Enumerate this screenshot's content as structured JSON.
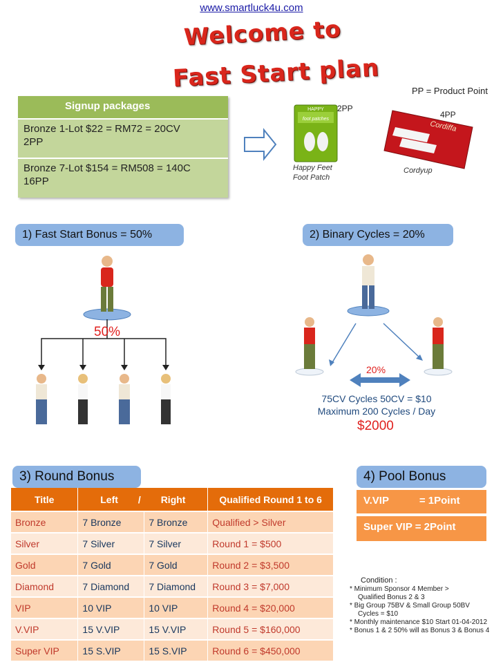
{
  "url": "www.smartluck4u.com",
  "title": {
    "line1": "Welcome to",
    "line2": "Fast Start plan"
  },
  "pp_note": "PP = Product Point",
  "signup": {
    "header": "Signup packages",
    "rows": [
      {
        "line1": "Bronze 1-Lot $22 = RM72 = 20CV",
        "line2": "2PP"
      },
      {
        "line1": "Bronze 7-Lot $154 = RM508 = 140C",
        "line2": "16PP"
      }
    ]
  },
  "products": {
    "happy_feet": {
      "points": "2PP",
      "caption_line1": "Happy Feet",
      "caption_line2": "Foot Patch",
      "box_text_top": "HAPPY",
      "box_text_mid": "foot patches"
    },
    "cordyup": {
      "points": "4PP",
      "caption": "Cordyup",
      "box_text": "Cordiffa"
    }
  },
  "fast_start": {
    "label": "1)  Fast  Start  Bonus = 50%",
    "percent": "50%"
  },
  "binary": {
    "label": "2)  Binary  Cycles = 20%",
    "percent": "20%",
    "line1": "75CV  Cycles  50CV = $10",
    "line2": "Maximum  200 Cycles / Day",
    "amount": "$2000"
  },
  "round_bonus": {
    "label": "3) Round Bonus",
    "headers": {
      "title": "Title",
      "left": "Left",
      "sep": "/",
      "right": "Right",
      "qualified": "Qualified Round 1 to 6"
    },
    "rows": [
      {
        "title": "Bronze",
        "left": "7 Bronze",
        "right": "7 Bronze",
        "qualified": "Qualified > Silver"
      },
      {
        "title": "Silver",
        "left": "7 Silver",
        "right": "7 Silver",
        "qualified": "Round 1 = $500"
      },
      {
        "title": "Gold",
        "left": "7 Gold",
        "right": "7 Gold",
        "qualified": "Round 2 = $3,500"
      },
      {
        "title": "Diamond",
        "left": "7 Diamond",
        "right": "7 Diamond",
        "qualified": "Round 3 = $7,000"
      },
      {
        "title": "VIP",
        "left": "10 VIP",
        "right": "10 VIP",
        "qualified": "Round 4 = $20,000"
      },
      {
        "title": "V.VIP",
        "left": "15 V.VIP",
        "right": "15 V.VIP",
        "qualified": "Round 5 = $160,000"
      },
      {
        "title": "Super VIP",
        "left": "15 S.VIP",
        "right": "15 S.VIP",
        "qualified": "Round 6 = $450,000"
      }
    ]
  },
  "pool_bonus": {
    "label": "4) Pool Bonus",
    "rows": [
      {
        "name": "V.VIP",
        "value": "= 1Point"
      },
      {
        "name": "Super VIP = 2Point",
        "value": ""
      }
    ]
  },
  "condition": {
    "title": "Condition :",
    "lines": [
      "* Minimum Sponsor 4 Member >",
      "   Qualified Bonus 2 & 3",
      "* Big Group 75BV & Small Group 50BV",
      "   Cycles = $10",
      "* Monthly maintenance $10 Start  01-04-2012",
      "* Bonus 1 & 2 50%  will as Bonus 3 & Bonus 4"
    ]
  },
  "colors": {
    "title_red": "#d9261c",
    "signup_green": "#9bbb59",
    "pill_blue": "#8db3e2",
    "table_orange": "#e46c0a",
    "pool_orange": "#f79646"
  }
}
